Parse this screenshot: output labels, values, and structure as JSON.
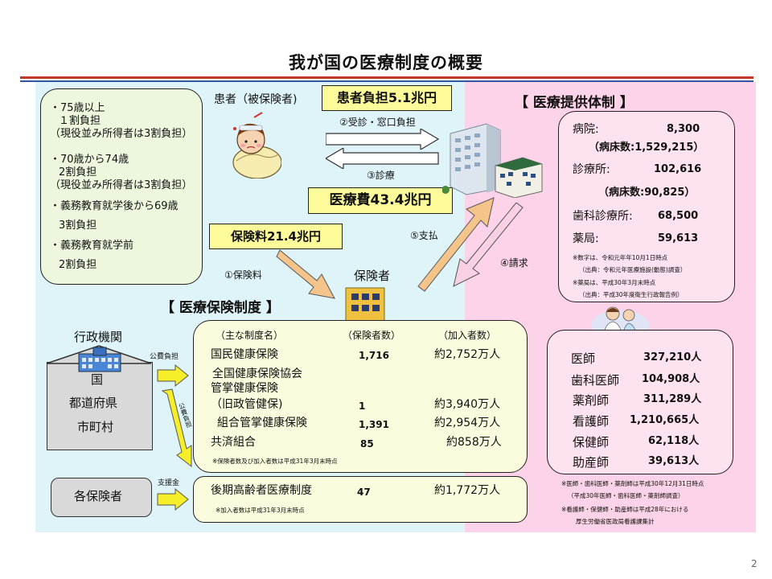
{
  "title": "我が国の医療制度の概要",
  "eligibility": {
    "lines": [
      "・75歳以上",
      "１割負担",
      "（現役並み所得者は3割負担）",
      "・70歳から74歳",
      "2割負担",
      "（現役並み所得者は3割負担）",
      "・義務教育就学後から69歳",
      "3割負担",
      "・義務教育就学前",
      "2割負担"
    ]
  },
  "patient": {
    "label": "患者（被保険者)"
  },
  "tags": {
    "patient_burden": "患者負担5.1兆円",
    "medical_cost": "医療費43.4兆円",
    "premium": "保険料21.4兆円"
  },
  "flows": {
    "visit": "②受診・窓口負担",
    "treatment": "③診療",
    "payment": "⑤支払",
    "claim": "④請求",
    "premium": "①保険料"
  },
  "insurer_label": "保険者",
  "provision": {
    "heading": "【 医療提供体制 】",
    "rows": [
      {
        "label": "病院:",
        "value": "8,300"
      },
      {
        "label": "（病床数:1,529,215）",
        "value": ""
      },
      {
        "label": "診療所:",
        "value": "102,616"
      },
      {
        "label": "（病床数:90,825）",
        "value": ""
      },
      {
        "label": "歯科診療所:",
        "value": "68,500"
      },
      {
        "label": "薬局:",
        "value": "59,613"
      }
    ],
    "notes": [
      "※数字は、令和元年年10月1日時点",
      "（出典：令和元年医療施設(動態)調査）",
      "※薬局は、平成30年3月末時点",
      "（出典：平成30年度衛生行政報告例）"
    ]
  },
  "insurance_system": {
    "heading": "【 医療保険制度 】",
    "col_headers": [
      "（主な制度名）",
      "（保険者数）",
      "（加入者数）"
    ],
    "rows": [
      {
        "name": "国民健康保険",
        "insurers": "1,716",
        "members": "約2,752万人"
      },
      {
        "name": "全国健康保険協会",
        "insurers": "",
        "members": ""
      },
      {
        "name": "管掌健康保険",
        "insurers": "",
        "members": ""
      },
      {
        "name": "（旧政管健保)",
        "insurers": "1",
        "members": "約3,940万人"
      },
      {
        "name": "組合管掌健康保険",
        "insurers": "1,391",
        "members": "約2,954万人"
      },
      {
        "name": "共済組合",
        "insurers": "85",
        "members": "約858万人"
      }
    ],
    "note": "※保険者数及び加入者数は平成31年3月末時点"
  },
  "government": {
    "label": "行政機関",
    "lines": [
      "国",
      "都道府県",
      "市町村"
    ],
    "public_label": "公費負担",
    "public_label_vertical": "公費負担"
  },
  "elderly": {
    "support_label": "支援金",
    "insurers_label": "各保険者",
    "name": "後期高齢者医療制度",
    "insurers": "47",
    "members": "約1,772万人",
    "note": "※加入者数は平成31年3月末時点"
  },
  "professionals": {
    "rows": [
      {
        "label": "医師",
        "value": "327,210人"
      },
      {
        "label": "歯科医師",
        "value": "104,908人"
      },
      {
        "label": "薬剤師",
        "value": "311,289人"
      },
      {
        "label": "看護師",
        "value": "1,210,665人"
      },
      {
        "label": "保健師",
        "value": "62,118人"
      },
      {
        "label": "助産師",
        "value": "39,613人"
      }
    ],
    "notes": [
      "※医師・歯科医師・薬剤師は平成30年12月31日時点",
      "（平成30年医師・歯科医師・薬剤師調査）",
      "※看護師・保健師・助産師は平成28年における",
      "厚生労働省医政局看護課集計"
    ]
  },
  "page_number": "2",
  "colors": {
    "accent_red": "#c0392b",
    "accent_blue": "#3455a4",
    "tag_yellow": "#fdfb9a",
    "arrow_orange": "#f5c48a",
    "arrow_yellow": "#f7ee2a"
  }
}
